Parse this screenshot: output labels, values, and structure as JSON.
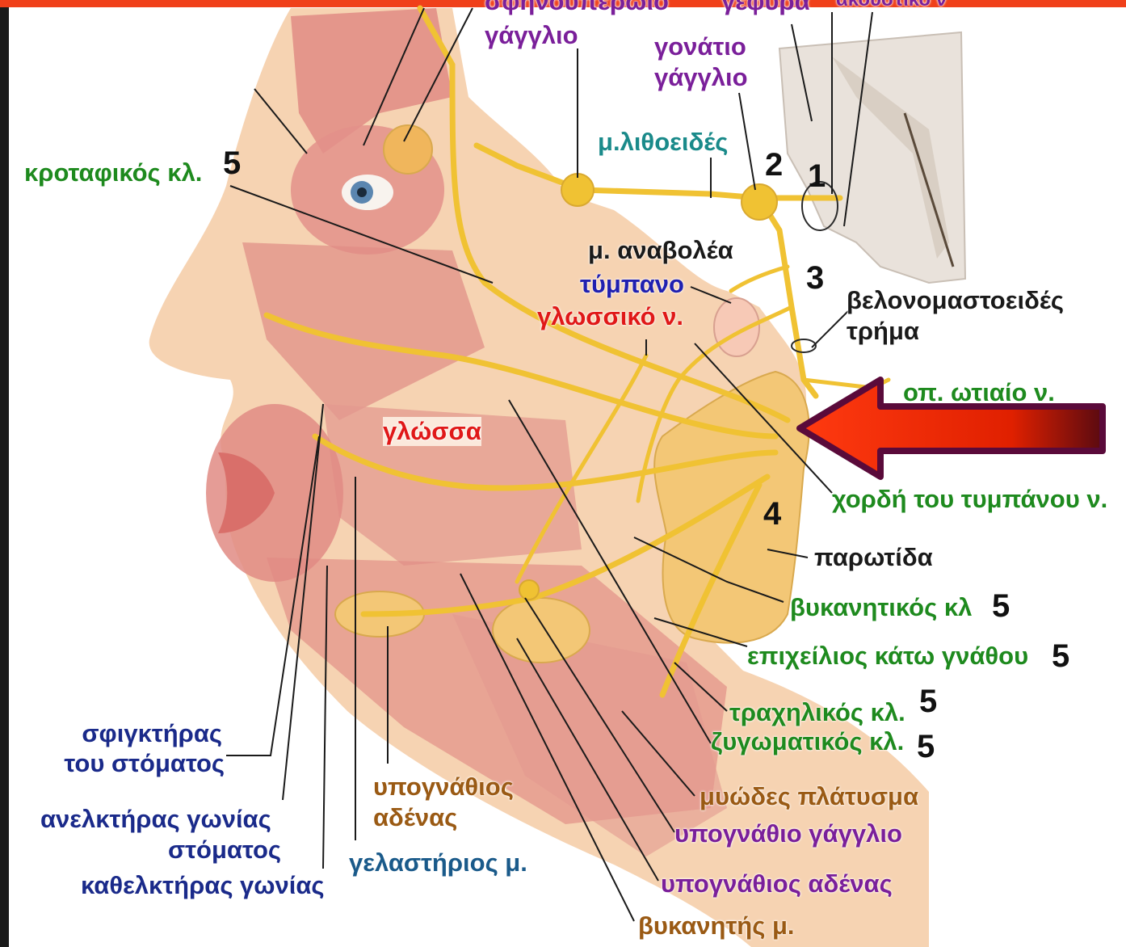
{
  "colors": {
    "skin": "#f6d3b2",
    "muscle": "#e08b84",
    "nerve": "#f0c233",
    "gland": "#f3c776",
    "bone": "#e9e2db",
    "arrow_red": "#ff3a10",
    "arrow_outline": "#5a0a3a",
    "top_bar": "#f0401a"
  },
  "labels": {
    "sfinoyperoio_ganglio": "γάγγλιο",
    "gefyra": "γέφυρα",
    "akoustiko_n": "ακουστικό ν",
    "gonatio_ganglio_1": "γονάτιο",
    "gonatio_ganglio_2": "γάγγλιο",
    "m_lithoeides": "μ.λιθοειδές",
    "krotafikos": "κροταφικός κλ.",
    "m_anavolea": "μ. αναβολέα",
    "tympano": "τύμπανο",
    "glossiko_n": "γλωσσικό ν.",
    "velonomastoeides_1": "βελονομαστοειδές",
    "velonomastoeides_2": "τρήμα",
    "op_otiaio_n": "οπ. ωτιαίο ν.",
    "glossa": "γλώσσα",
    "chordi_tympanou": "χορδή του τυμπάνου ν.",
    "parotida": "παρωτίδα",
    "vykanitikos": "βυκανητικός κλ",
    "epicheilios": "επιχείλιος κάτω γνάθου",
    "trachilikos": "τραχηλικός κλ.",
    "zygomatikos": "ζυγωματικός κλ.",
    "myodes_platysma": "μυώδες πλάτυσμα",
    "ypognathio_ganglio": "υπογνάθιο γάγγλιο",
    "ypognathios_adenas_1": "υπογνάθιος αδένας",
    "ypognathios_adenas_upper_1": "υπογνάθιος",
    "ypognathios_adenas_upper_2": "αδένας",
    "vykanitis": "βυκανητής μ.",
    "gelastirios": "γελαστήριος μ.",
    "sfigktiras_1": "σφιγκτήρας",
    "sfigktiras_2": "του στόματος",
    "anelktiras_1": "ανελκτήρας γωνίας",
    "anelktiras_2": "στόματος",
    "kathelktiras": "καθελκτήρας γωνίας"
  },
  "numbers": {
    "n1": "1",
    "n2": "2",
    "n3": "3",
    "n4": "4",
    "n5_krotafikos": "5",
    "n5_vykanitikos": "5",
    "n5_epicheilios": "5",
    "n5_trachilikos": "5",
    "n5_zygomatikos": "5"
  }
}
